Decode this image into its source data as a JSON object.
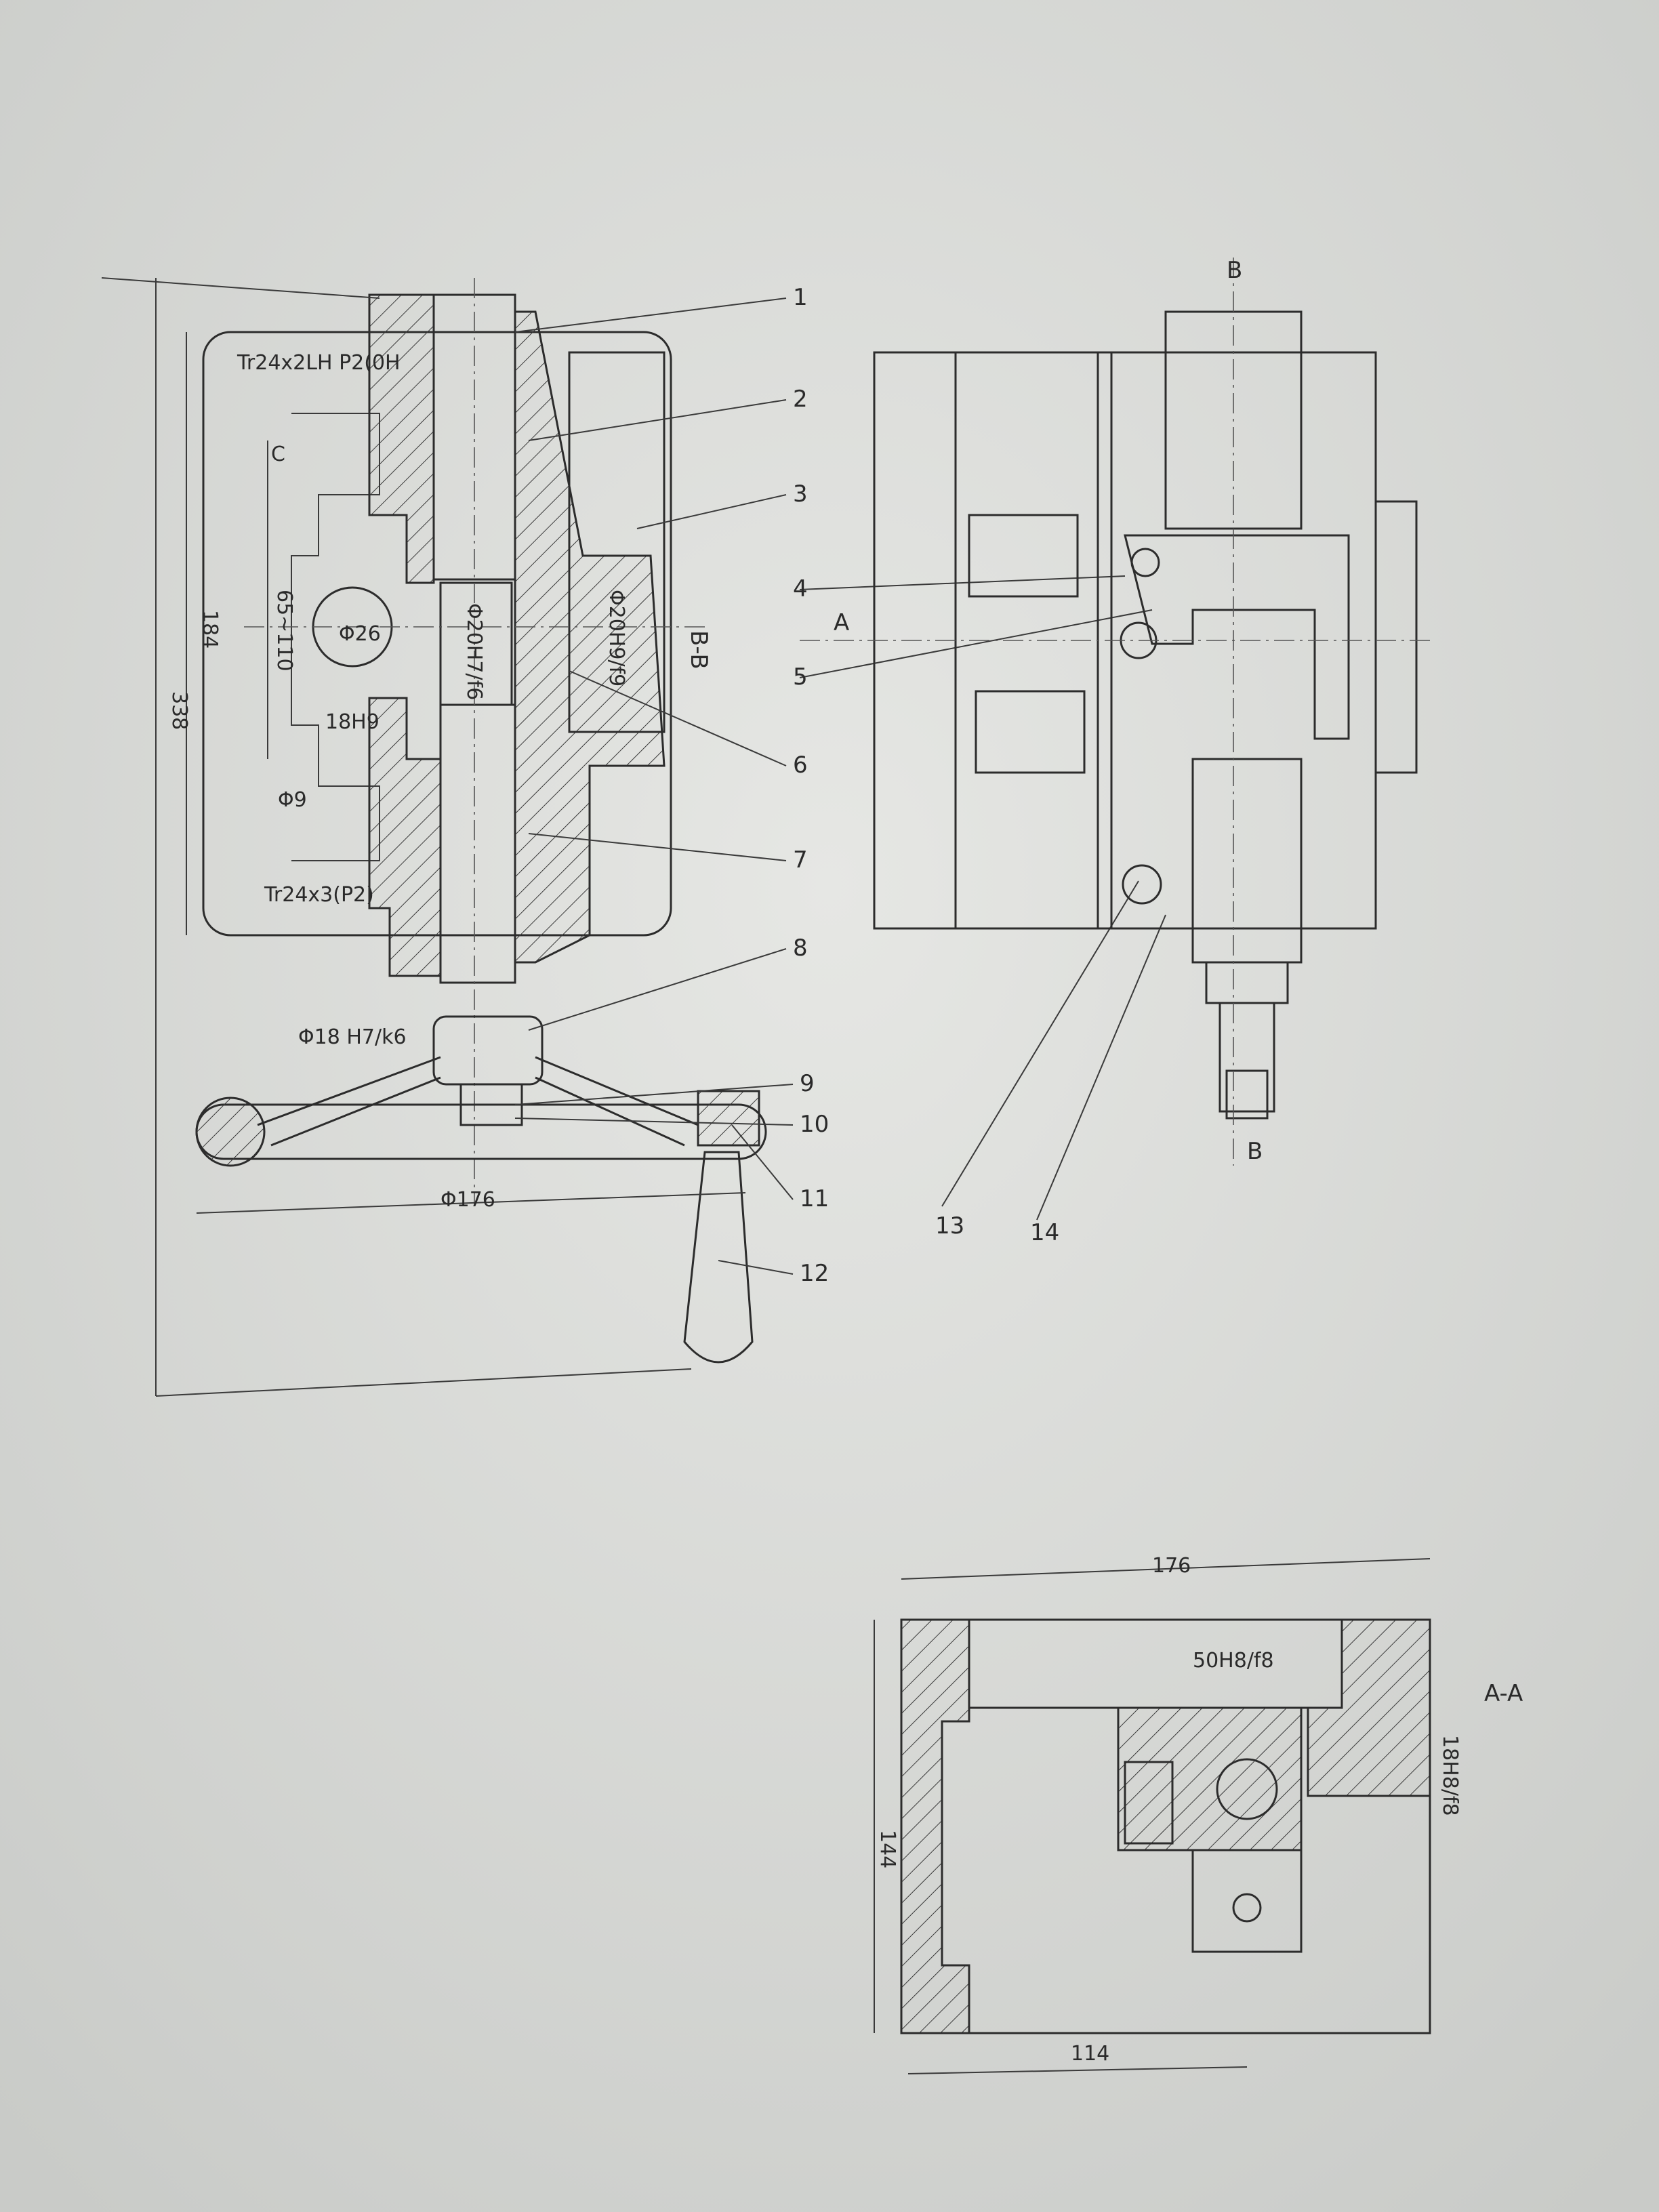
{
  "section_bb": "B-B",
  "section_aa": "A-A",
  "cut_marks": {
    "a": "A",
    "b_top": "B",
    "b_bottom": "B"
  },
  "part_numbers": [
    "1",
    "2",
    "3",
    "4",
    "5",
    "6",
    "7",
    "8",
    "9",
    "10",
    "11",
    "12",
    "13",
    "14"
  ],
  "dims_left": {
    "overall": "338",
    "body": "184",
    "thread_top": "Tr24x2LH P2(0H",
    "thread_bottom": "Tr24x3(P2)",
    "travel": "65~110",
    "hole": "Φ26",
    "slot": "18H9",
    "pin": "Φ9",
    "fit_left": "Φ20H7/f6",
    "fit_right": "Φ20H9/f9",
    "fit_handwheel": "Φ18 H7/k6",
    "handwheel": "Φ176",
    "small_c": "C"
  },
  "dims_aa": {
    "width": "176",
    "height": "144",
    "offset": "114",
    "slot_fit": "50H8/f8",
    "key_fit": "18H8/f8"
  },
  "colors": {
    "paper": "#d6d8d5",
    "ink": "#2c2c2c"
  }
}
